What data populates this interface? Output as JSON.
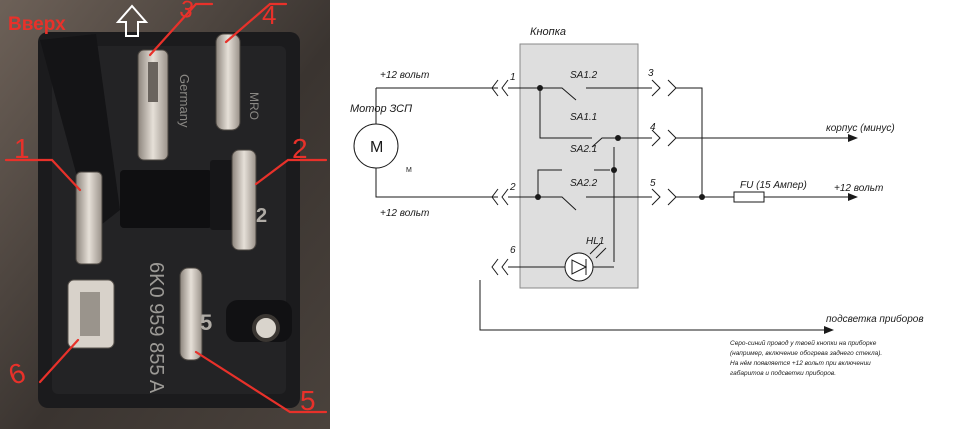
{
  "photo": {
    "up_label": "Вверх",
    "pin_numbers": [
      "1",
      "2",
      "3",
      "4",
      "5",
      "6"
    ],
    "housing_text": {
      "part_number": "6K0 959 855 A",
      "brand": "Germany",
      "maker": "MRO",
      "embossed_digit_2": "2",
      "embossed_digit_5": "5"
    }
  },
  "schematic": {
    "box_title": "Кнопка",
    "motor_label": "Мотор ЗСП",
    "motor_symbol": "M",
    "motor_sub": "M",
    "plus12_top": "+12 вольт",
    "plus12_bottom": "+12 вольт",
    "plus12_right": "+12 вольт",
    "ground_label": "корпус (минус)",
    "fuse_label": "FU (15 Ампер)",
    "backlight_label": "подсветка приборов",
    "switches": [
      "SA1.2",
      "SA1.1",
      "SA2.1",
      "SA2.2"
    ],
    "led_label": "HL1",
    "pins": [
      "1",
      "2",
      "3",
      "4",
      "5",
      "6"
    ],
    "note": [
      "Серо-синий провод у твоей кнопки на приборке",
      "(например, включение обогрева заднего стекла).",
      "На нём появляется +12 вольт при включении",
      "габаритов и подсветки приборов."
    ]
  },
  "colors": {
    "annotation_red": "#e8312a",
    "box_fill": "#dedede",
    "line": "#1a1a1a"
  }
}
